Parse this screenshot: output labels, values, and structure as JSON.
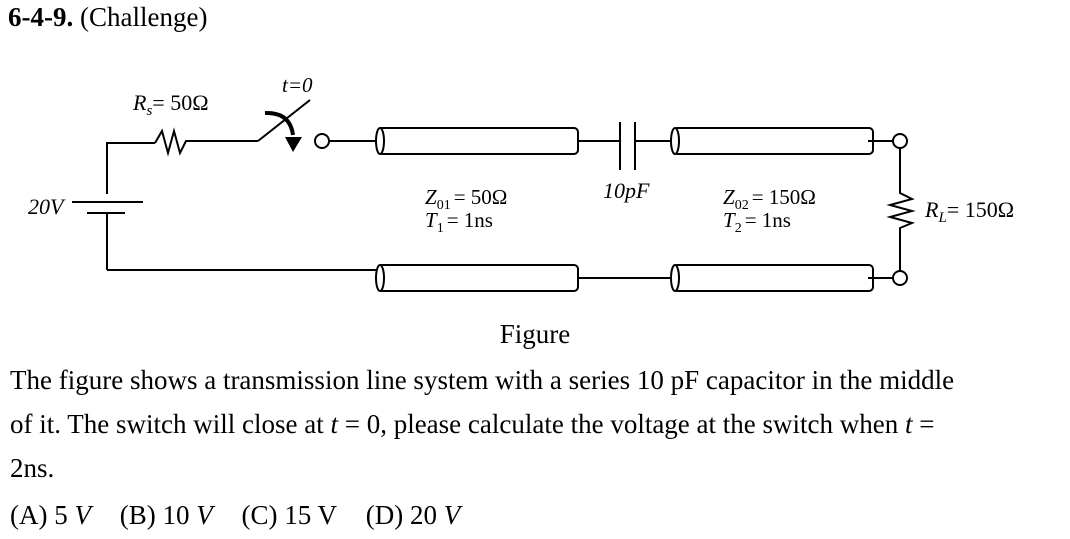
{
  "header": {
    "problem_number": "6-4-9.",
    "problem_tag": "(Challenge)"
  },
  "circuit": {
    "source_voltage": "20V",
    "source_resistor": {
      "symbol": "R",
      "subscript": "s",
      "value": "= 50Ω"
    },
    "switch_label": "t=0",
    "line1": {
      "impedance_symbol": "Z",
      "impedance_sub": "01",
      "impedance_value": "= 50Ω",
      "delay_symbol": "T",
      "delay_sub": "1",
      "delay_value": "= 1ns"
    },
    "capacitor_label": "10pF",
    "line2": {
      "impedance_symbol": "Z",
      "impedance_sub": "02",
      "impedance_value": "= 150Ω",
      "delay_symbol": "T",
      "delay_sub": "2",
      "delay_value": "= 1ns"
    },
    "load_resistor": {
      "symbol": "R",
      "subscript": "L",
      "value": "= 150Ω"
    }
  },
  "caption": "Figure",
  "question": {
    "line1": "The figure shows a transmission line system with a series 10 pF capacitor in the middle",
    "line2_a": "of it. The switch will close at ",
    "line2_var": "t",
    "line2_b": " = 0, please calculate the voltage at the switch when ",
    "line2_var2": "t",
    "line2_c": " =",
    "line3": "2ns."
  },
  "options": [
    {
      "label": "(A) 5 ",
      "unit": "V"
    },
    {
      "label": "(B) 10 ",
      "unit": "V"
    },
    {
      "label": "(C) 15 V",
      "unit": ""
    },
    {
      "label": "(D) 20 ",
      "unit": "V"
    }
  ]
}
